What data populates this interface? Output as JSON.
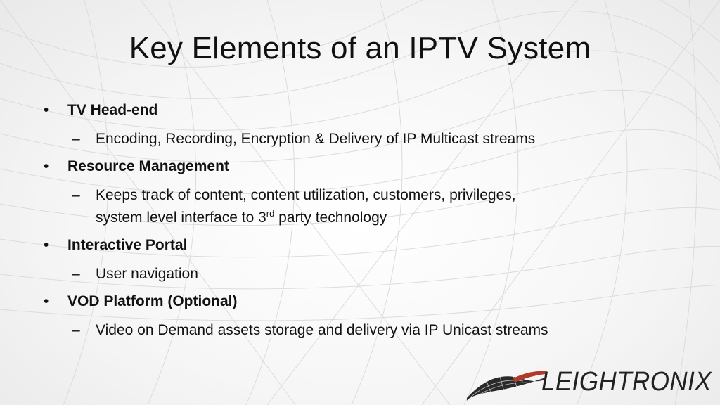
{
  "title": "Key Elements of an IPTV System",
  "bullets": [
    {
      "heading": "TV Head-end",
      "sub": "Encoding, Recording, Encryption & Delivery of IP Multicast streams"
    },
    {
      "heading": "Resource Management",
      "sub_line1": "Keeps track of content, content utilization, customers, privileges,",
      "sub_line2_before": "system level interface to 3",
      "sub_line2_sup": "rd",
      "sub_line2_after": " party technology"
    },
    {
      "heading": "Interactive Portal",
      "sub": "User navigation"
    },
    {
      "heading": "VOD Platform (Optional)",
      "sub": "Video on Demand assets storage and delivery via IP Unicast streams"
    }
  ],
  "symbols": {
    "bullet": "•",
    "dash": "–"
  },
  "logo": {
    "text": "LEIGHTRONIX",
    "mark_icon": "wireframe-wave-icon",
    "colors": {
      "mark_dark": "#2a2a2a",
      "mark_accent": "#b33a2a"
    }
  }
}
